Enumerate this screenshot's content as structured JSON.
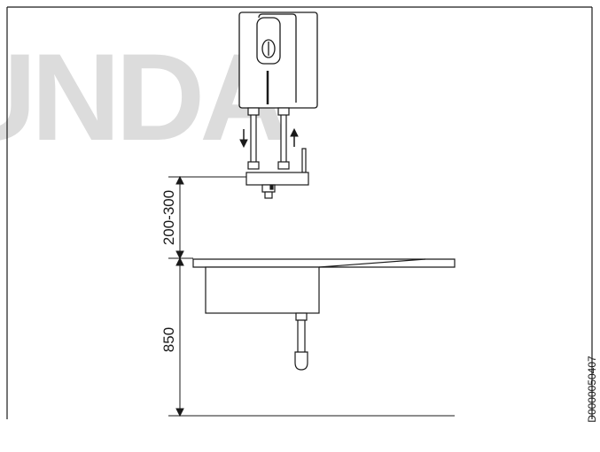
{
  "watermark": {
    "text": "UNDA",
    "color": "#d9d9d9"
  },
  "dimensions": {
    "clearance_above_sink": "200-300",
    "sink_height": "850"
  },
  "drawing_number": "D0000050407",
  "flow_arrows": [
    "arrow-down",
    "arrow-up"
  ],
  "colors": {
    "line": "#1a1a1a",
    "background": "#ffffff"
  }
}
